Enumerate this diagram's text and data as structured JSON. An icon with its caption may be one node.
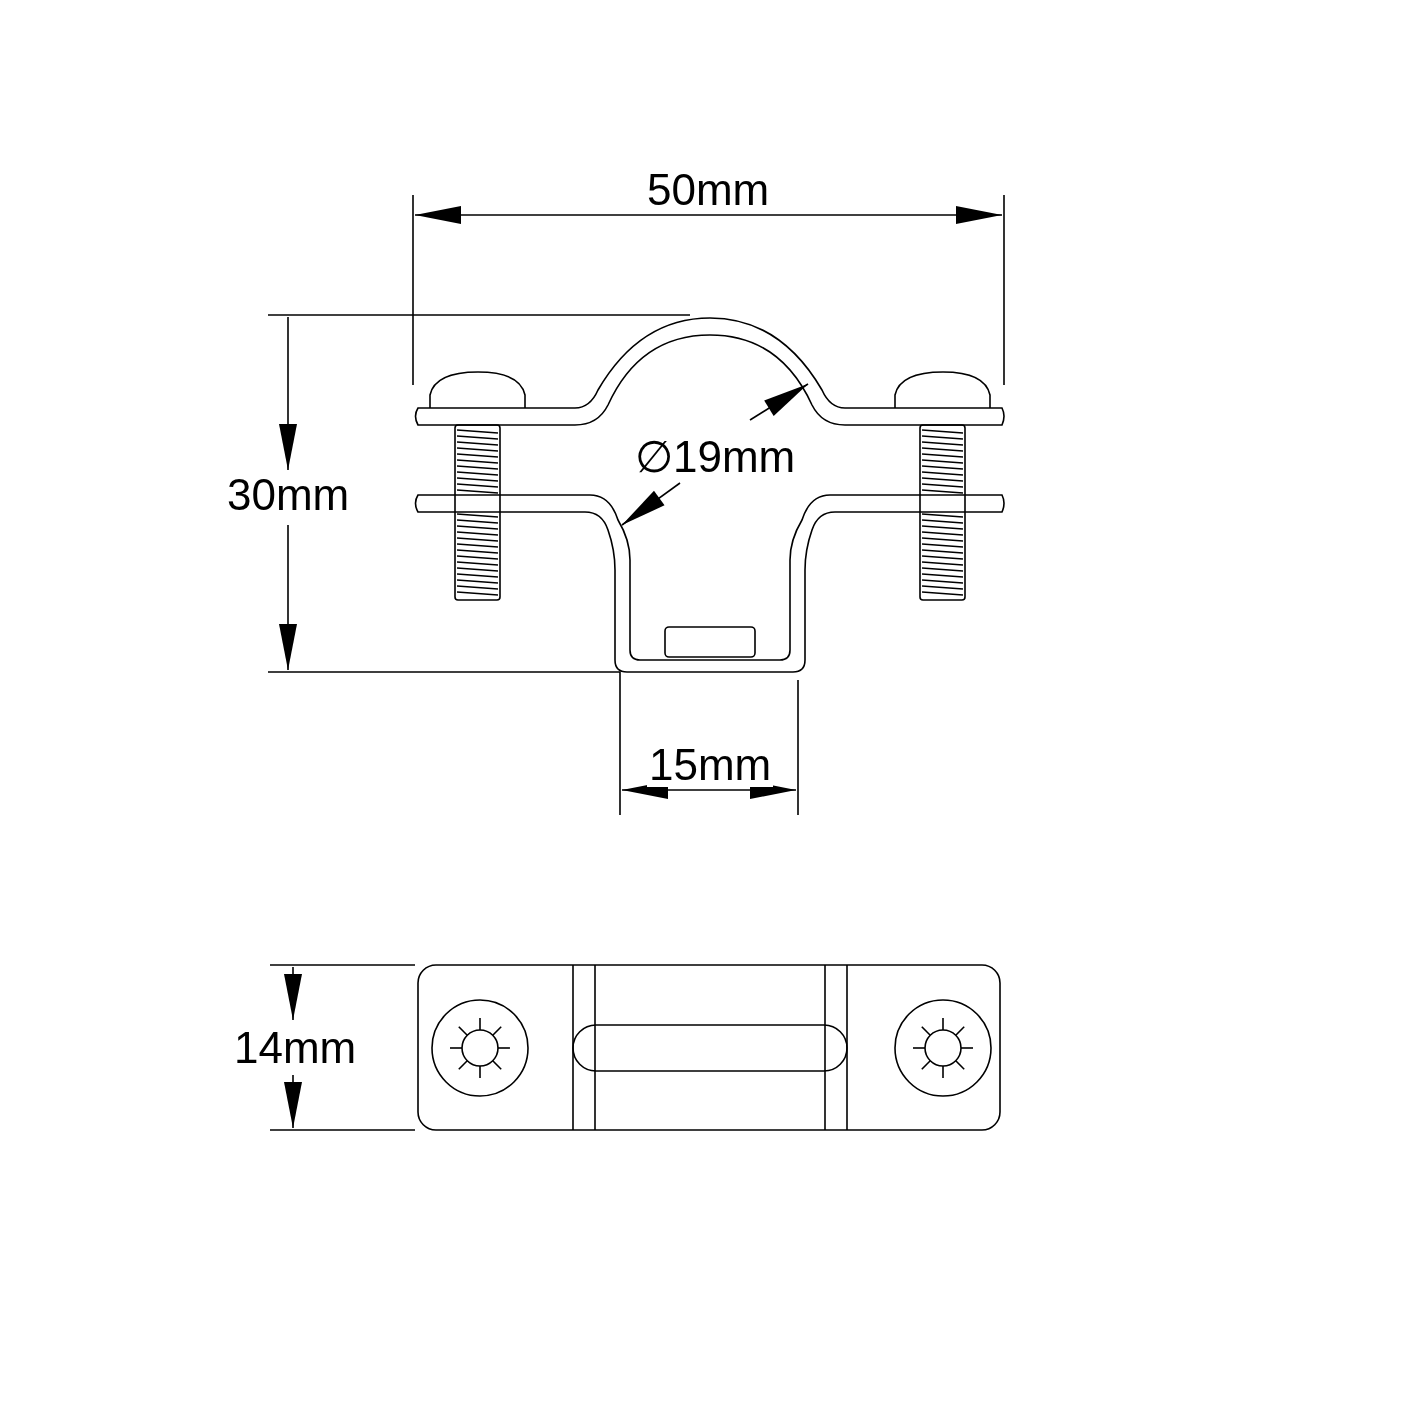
{
  "diagram": {
    "labels": [
      "50mm",
      "30mm",
      "∅19mm",
      "15mm",
      "14mm"
    ]
  }
}
